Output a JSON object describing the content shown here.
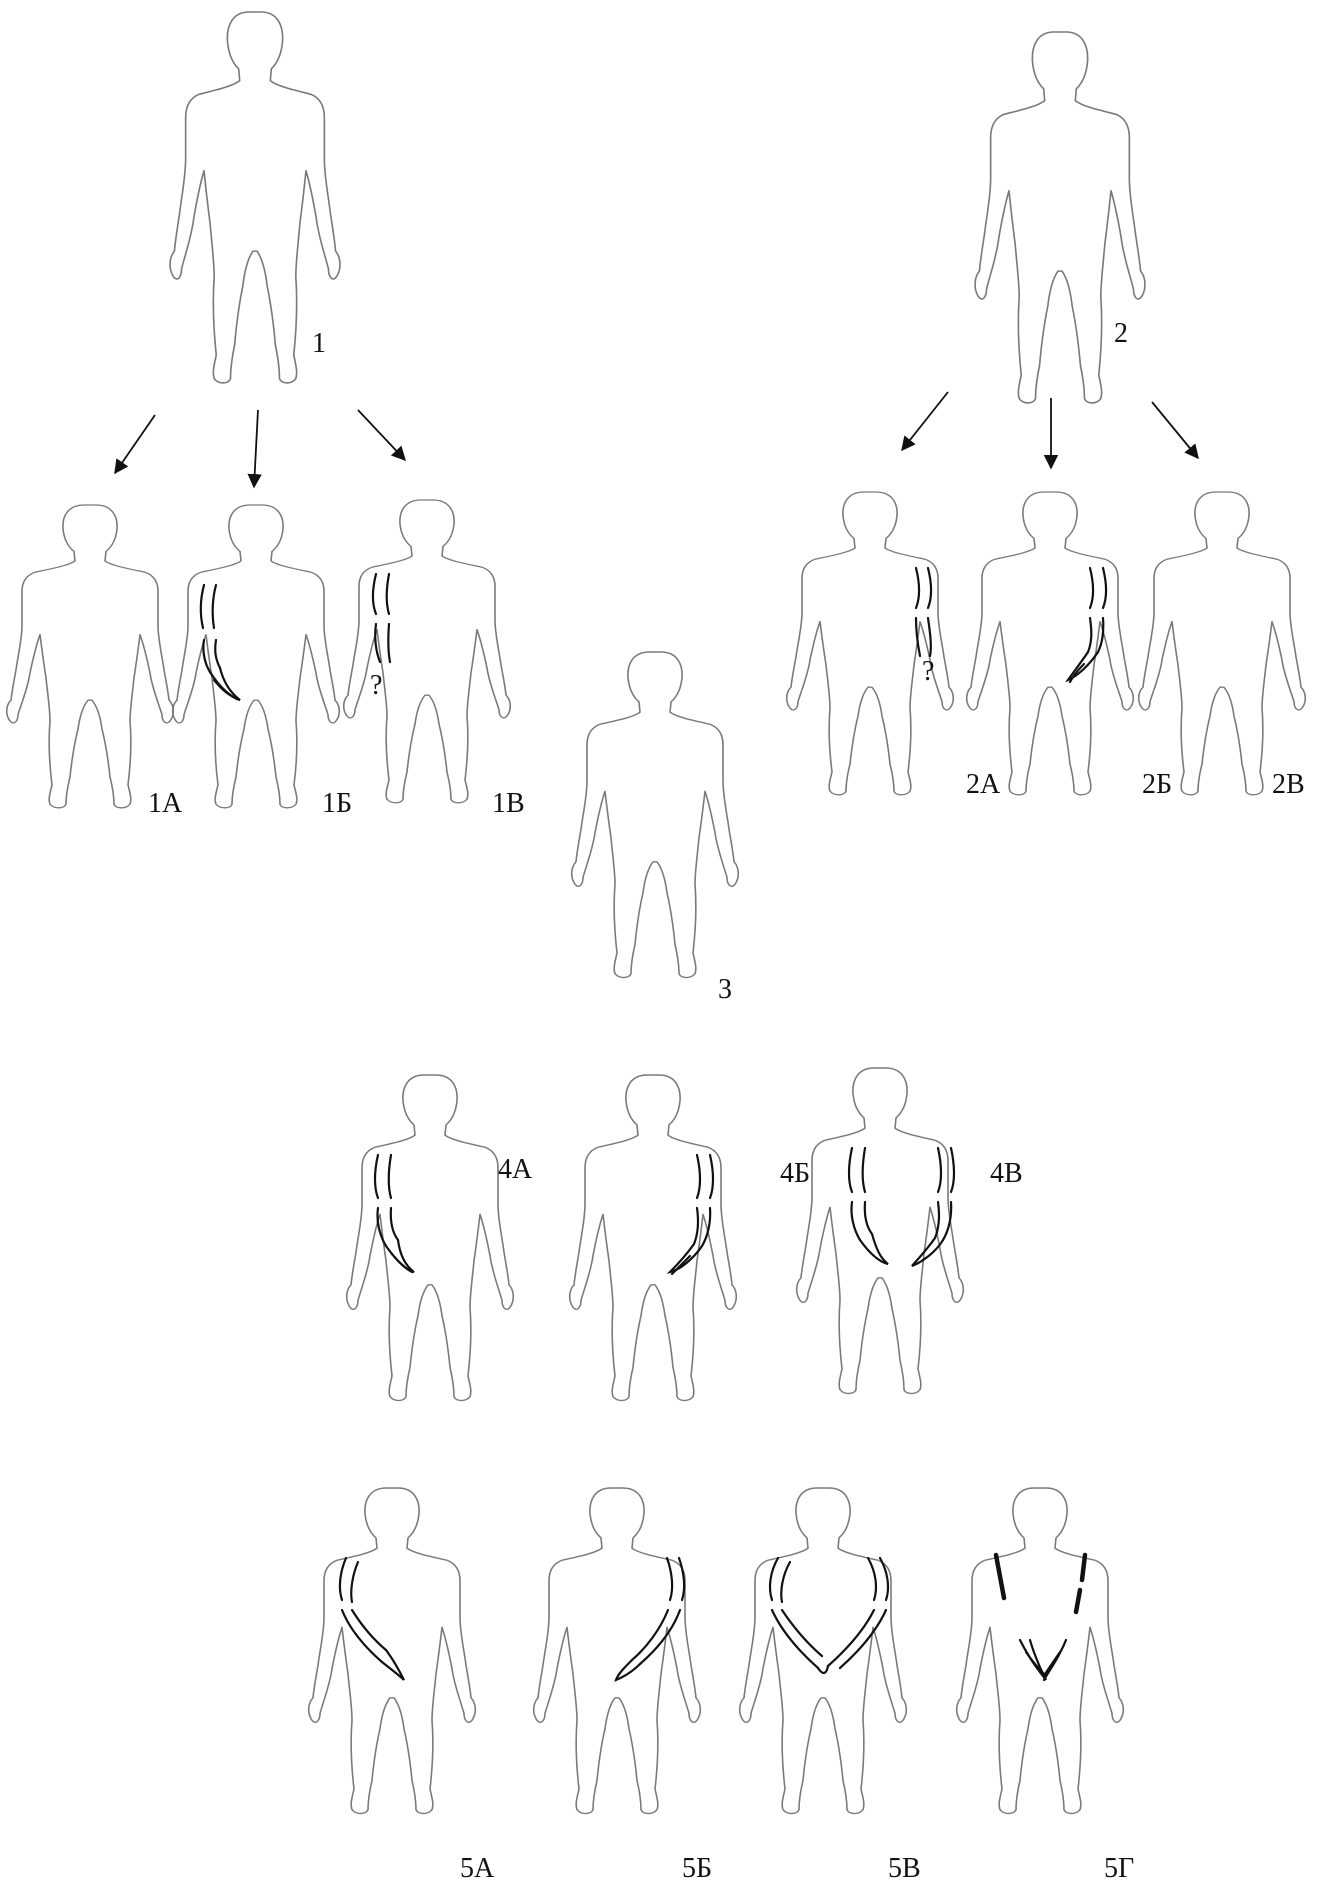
{
  "figures": [
    {
      "id": "1",
      "label": "1"
    },
    {
      "id": "2",
      "label": "2"
    },
    {
      "id": "1A",
      "label": "1А"
    },
    {
      "id": "1B",
      "label": "1Б"
    },
    {
      "id": "1V",
      "label": "1В"
    },
    {
      "id": "2A",
      "label": "2А"
    },
    {
      "id": "2B",
      "label": "2Б"
    },
    {
      "id": "2V",
      "label": "2В"
    },
    {
      "id": "3",
      "label": "3"
    },
    {
      "id": "4A",
      "label": "4А"
    },
    {
      "id": "4B",
      "label": "4Б"
    },
    {
      "id": "4V",
      "label": "4В"
    },
    {
      "id": "5A",
      "label": "5А"
    },
    {
      "id": "5B",
      "label": "5Б"
    },
    {
      "id": "5V",
      "label": "5В"
    },
    {
      "id": "5G",
      "label": "5Г"
    }
  ],
  "question_marks": {
    "q1": "?",
    "q2": "?"
  },
  "outline_color": "#7a7a7a",
  "arm_color": "#111111"
}
